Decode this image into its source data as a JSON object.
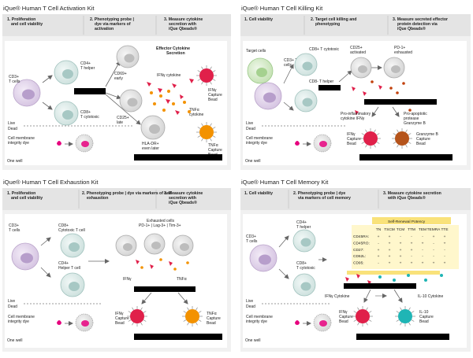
{
  "panels": [
    {
      "title": "iQue® Human T Cell Activation Kit",
      "steps": [
        "1. Proliferation",
        "and cell viability",
        "2. Phenotyping probe |",
        "dye via markers of",
        "activation",
        "3. Measure cytokine",
        "secretion with",
        "iQue Qbeads®"
      ],
      "labels": [
        "CD3+",
        "T cells",
        "CD4+",
        "T helper",
        "CD8+",
        "T cytotoxic",
        "CD69+",
        "early",
        "CD25+",
        "late",
        "HLA-DR+",
        "even later",
        "Effector Cytokine",
        "Secretion",
        "IFNγ cytokine",
        "IFNγ",
        "Capture",
        "Bead",
        "TNFα",
        "cytokine",
        "TNFα",
        "Capture",
        "Bead",
        "Live",
        "Dead",
        "Cell membrane",
        "integrity dye",
        "One well"
      ]
    },
    {
      "title": "iQue® Human T Cell Killing Kit",
      "steps": [
        "1. Cell viability",
        "2. Target cell killing and",
        "phenotyping",
        "3. Measure secreted effector",
        "protein detection via",
        "iQue Qbeads®"
      ],
      "labels": [
        "Target cells",
        "CD3+ T",
        "cells",
        "CD8+ T cytotoxic",
        "CD8- T helper",
        "CD25+",
        "activated",
        "PD-1+",
        "exhausted",
        "Pro-inflammatory",
        "cytokine IFNγ",
        "Pro-apoptotic",
        "protease",
        "Granzyme B",
        "IFNγ",
        "Capture",
        "Bead",
        "Granzyme B",
        "Capture",
        "Bead",
        "Live",
        "Dead",
        "Cell membrane",
        "integrity dye",
        "One well"
      ]
    },
    {
      "title": "iQue® Human T Cell Exhaustion Kit",
      "steps": [
        "1. Proliferation",
        "and cell viability",
        "2. Phenotyping probe | dye via markers of cell",
        "exhaustion",
        "3. Measure cytokine",
        "secretion with",
        "iQue Qbeads®"
      ],
      "labels": [
        "CD3+",
        "T cells",
        "CD8+",
        "Cytotoxic T cell",
        "CD4+",
        "Helper T cell",
        "Exhausted cells",
        "PD-1+ | Lag-3+ | Tim-3+",
        "IFNγ",
        "TNFα",
        "IFNγ",
        "Capture",
        "Bead",
        "TNFα",
        "Capture",
        "Bead",
        "Live",
        "Dead",
        "Cell membrane",
        "integrity dye",
        "One well"
      ]
    },
    {
      "title": "iQue® Human T Cell Memory Kit",
      "steps": [
        "1. Cell viability",
        "2. Phenotyping probe | dye",
        "via markers of cell memory",
        "3. Measure cytokine secretion",
        "with iQue Qbeads®"
      ],
      "labels": [
        "CD4+",
        "T helper",
        "CD3+",
        "T cells",
        "CD8+",
        "T cytotoxic",
        "IFNγ Cytokine",
        "IL-10 Cytokine",
        "IFNγ",
        "Capture",
        "Bead",
        "IL-10",
        "Capture",
        "Bead",
        "Live",
        "Dead",
        "Cell membrane",
        "integrity dye",
        "One well"
      ],
      "table": {
        "title": "Self-Renewal Potency",
        "columns": [
          "TN",
          "TSCM",
          "TCM",
          "TTM",
          "TEM",
          "TEMRA",
          "TTE"
        ],
        "rows": [
          {
            "marker": "CD45RA:",
            "values": [
              "+",
              "+",
              "-",
              "-",
              "-",
              "+",
              "+"
            ]
          },
          {
            "marker": "CD45RO:",
            "values": [
              "-",
              "+",
              "+",
              "+",
              "+",
              "-",
              "+"
            ]
          },
          {
            "marker": "CD27:",
            "values": [
              "+",
              "+",
              "+",
              "+",
              "-",
              "-",
              "-"
            ]
          },
          {
            "marker": "CD62L:",
            "values": [
              "+",
              "+",
              "+",
              "-",
              "-",
              "-",
              "-"
            ]
          },
          {
            "marker": "CD95:",
            "values": [
              "-",
              "+",
              "+",
              "+",
              "+",
              "+",
              "+"
            ]
          }
        ]
      }
    }
  ]
}
